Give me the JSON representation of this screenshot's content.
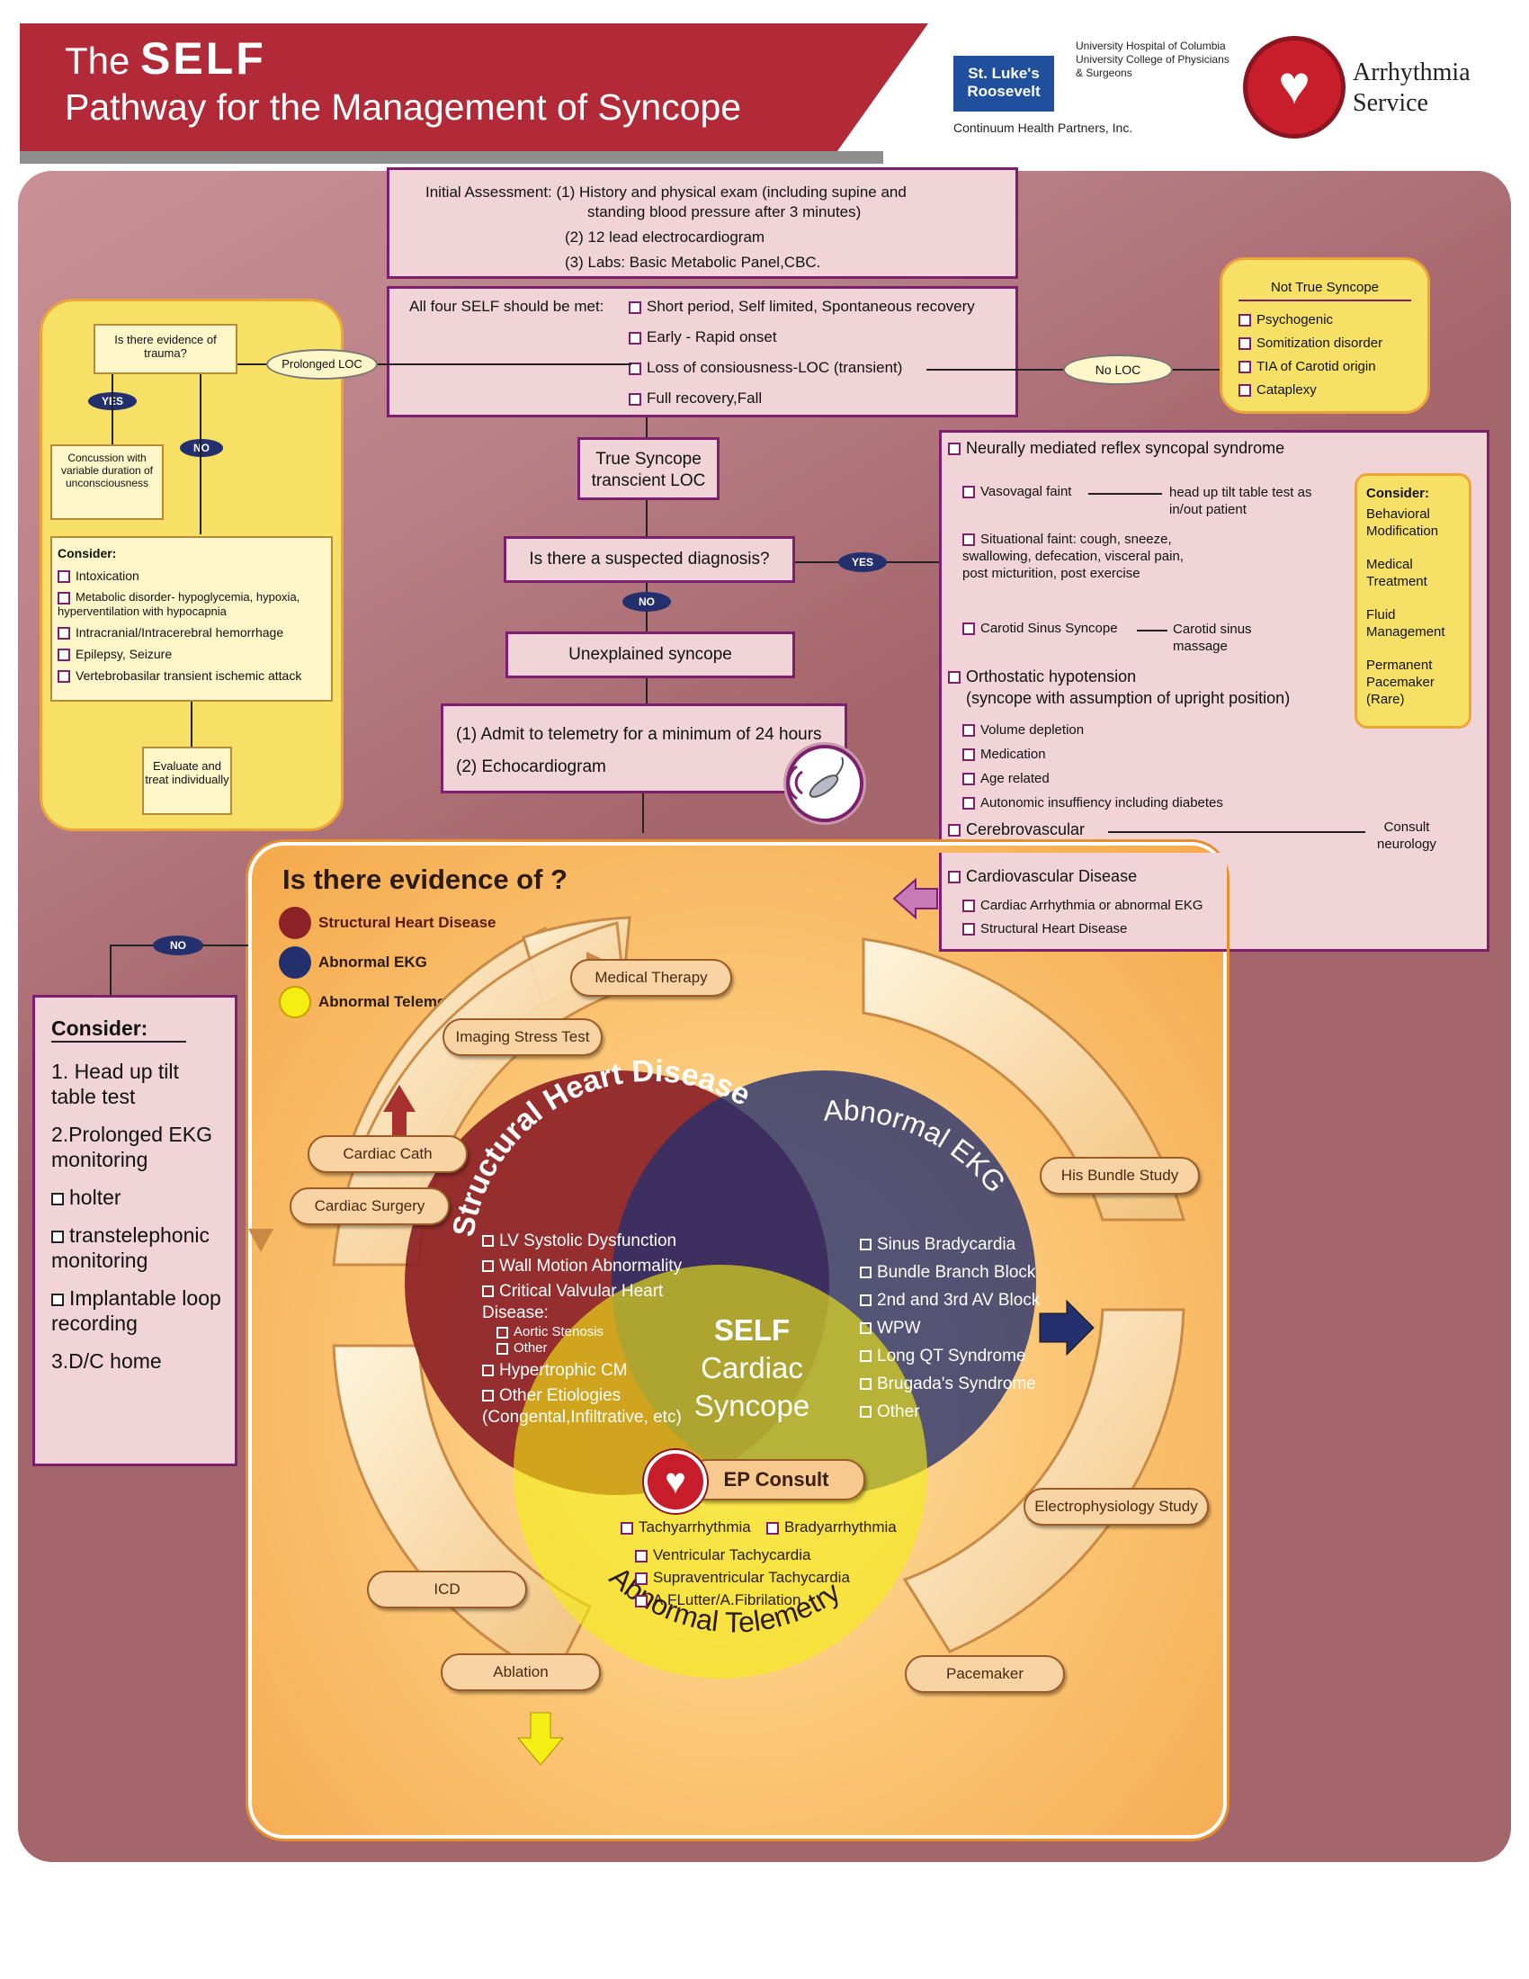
{
  "header": {
    "title_prefix": "The",
    "title_bold": "SELF",
    "subtitle": "Pathway for the Management of Syncope"
  },
  "logos": {
    "stluke": "St. Luke's Roosevelt",
    "univ": "University Hospital of Columbia University College of Physicians & Surgeons",
    "continuum": "Continuum Health Partners, Inc.",
    "arrhythmia": "Arrhythmia Service"
  },
  "initial": {
    "line1": "Initial Assessment: (1) History and physical exam (including supine and",
    "line2": "standing blood pressure after 3 minutes)",
    "line3": "(2) 12 lead electrocardiogram",
    "line4": "(3) Labs: Basic Metabolic Panel,CBC."
  },
  "self_criteria": {
    "intro": "All four SELF should be met:",
    "s": "Short period, Self limited, Spontaneous recovery",
    "e": "Early - Rapid onset",
    "l": "Loss of consiousness-LOC (transient)",
    "f": "Full recovery,Fall"
  },
  "trauma": {
    "question": "Is there evidence of trauma?",
    "prolonged": "Prolonged LOC",
    "yes": "YES",
    "no": "NO",
    "concussion": "Concussion with variable duration of unconsciousness",
    "consider_title": "Consider:",
    "consider": [
      "Intoxication",
      "Metabolic disorder- hypoglycemia, hypoxia, hyperventilation with hypocapnia",
      "Intracranial/Intracerebral hemorrhage",
      "Epilepsy, Seizure",
      "Vertebrobasilar transient ischemic attack"
    ],
    "evaluate": "Evaluate and treat individually"
  },
  "not_true": {
    "title": "Not True Syncope",
    "no_loc": "No LOC",
    "items": [
      "Psychogenic",
      "Somitization disorder",
      "TIA of Carotid origin",
      "Cataplexy"
    ]
  },
  "flow": {
    "true_syncope": "True Syncope transcient LOC",
    "suspected": "Is there a suspected diagnosis?",
    "yes": "YES",
    "no": "NO",
    "unexplained": "Unexplained syncope",
    "admit1": "(1) Admit to telemetry for a minimum of 24 hours",
    "admit2": "(2) Echocardiogram"
  },
  "diag": {
    "neural_title": "Neurally mediated reflex syncopal syndrome",
    "vasovagal": "Vasovagal faint",
    "vasovagal_action": "head up tilt table test as in/out patient",
    "situational": "Situational faint: cough, sneeze, swallowing, defecation, visceral pain, post micturition, post exercise",
    "carotid": "Carotid Sinus Syncope",
    "carotid_action": "Carotid sinus massage",
    "ortho_title": "Orthostatic hypotension",
    "ortho_sub": "(syncope with assumption of upright position)",
    "ortho_items": [
      "Volume depletion",
      "Medication",
      "Age related",
      "Autonomic insuffiency including diabetes"
    ],
    "cerebro": "Cerebrovascular",
    "consult_neuro": "Consult neurology",
    "cardio_title": "Cardiovascular Disease",
    "cardio_items": [
      "Cardiac Arrhythmia or abnormal EKG",
      "Structural Heart Disease"
    ],
    "consider_title": "Consider:",
    "consider": [
      "Behavioral Modification",
      "Medical Treatment",
      "Fluid Management",
      "Permanent Pacemaker (Rare)"
    ]
  },
  "evidence": {
    "title": "Is there evidence of ?",
    "legend": [
      "Structural Heart Disease",
      "Abnormal EKG",
      "Abnormal Telemetry"
    ],
    "no": "NO"
  },
  "consider_left": {
    "title": "Consider:",
    "items": [
      "1. Head up tilt table test",
      "2.Prolonged EKG monitoring",
      "holter",
      "transtelephonic monitoring",
      "Implantable loop recording",
      "3.D/C home"
    ]
  },
  "venn": {
    "shd_title": "Structural Heart Disease",
    "shd_items": [
      "LV Systolic Dysfunction",
      "Wall Motion Abnormality",
      "Critical Valvular Heart Disease:",
      "Aortic Stenosis",
      "Other",
      "Hypertrophic CM",
      "Other Etiologies (Congental,Infiltrative, etc)"
    ],
    "ekg_title": "Abnormal EKG",
    "ekg_items": [
      "Sinus Bradycardia",
      "Bundle Branch Block",
      "2nd and 3rd AV Block",
      "WPW",
      "Long QT Syndrome",
      "Brugada's Syndrome",
      "Other"
    ],
    "center1": "SELF",
    "center2": "Cardiac",
    "center3": "Syncope",
    "ep_consult": "EP Consult",
    "tele_title": "Abnormal Telemetry",
    "tachy": "Tachyarrhythmia",
    "brady": "Bradyarrhythmia",
    "tele_items": [
      "Ventricular Tachycardia",
      "Supraventricular Tachycardia",
      "A.FLutter/A.Fibrilation"
    ]
  },
  "ring": {
    "medical_therapy": "Medical Therapy",
    "imaging": "Imaging Stress Test",
    "cath": "Cardiac Cath",
    "surgery": "Cardiac Surgery",
    "his": "His Bundle Study",
    "ep_study": "Electrophysiology Study",
    "icd": "ICD",
    "ablation": "Ablation",
    "pacemaker": "Pacemaker"
  },
  "colors": {
    "banner": "#b22a37",
    "panel": "#a5666b",
    "pink": "#f1d4d8",
    "purple": "#7e1f6e",
    "yellow": "#f6e066",
    "orange": "#f7b455",
    "shd": "#8c2127",
    "ekg": "#24306d",
    "tele": "#f4ee14"
  }
}
